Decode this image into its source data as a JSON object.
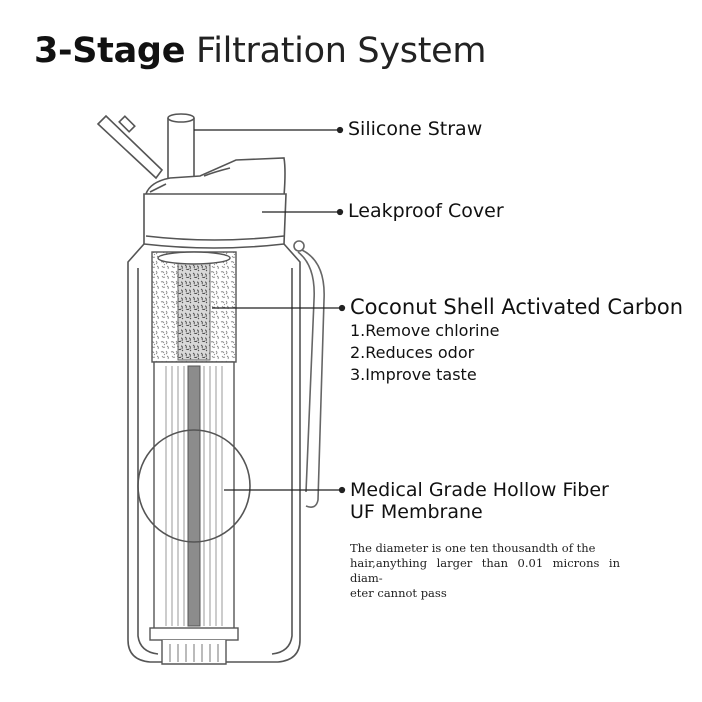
{
  "title": {
    "bold_part": "3-Stage",
    "rest": "Filtration System"
  },
  "labels": {
    "straw": "Silicone Straw",
    "cover": "Leakproof Cover",
    "carbon": "Coconut Shell Activated Carbon",
    "carbon_points": [
      "1.Remove chlorine",
      "2.Reduces odor",
      "3.Improve taste"
    ],
    "membrane_line1": "Medical Grade Hollow Fiber",
    "membrane_line2": "UF Membrane"
  },
  "note": {
    "line1": "The diameter is one ten thousandth of the",
    "line2": "hair,anything larger than 0.01 microns in diam-",
    "line3": "eter cannot pass"
  }
}
